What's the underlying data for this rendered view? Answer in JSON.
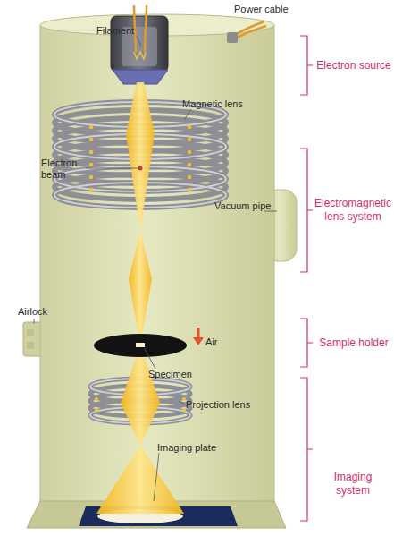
{
  "diagram": {
    "labels": [
      "Power cable",
      "Filament",
      "Electron source",
      "Magnetic lens",
      "Electron beam",
      "Electromagnetic lens system",
      "Vacuum pipe",
      "Airlock",
      "Air",
      "Sample holder",
      "Specimen",
      "Projection lens",
      "Imaging plate",
      "Imaging system"
    ]
  }
}
